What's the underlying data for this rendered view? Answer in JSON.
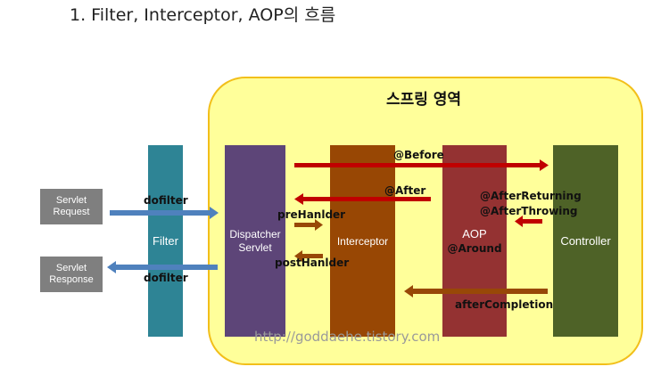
{
  "title": "1. Filter, Interceptor, AOP의 흐름",
  "spring_area_title": "스프링 영역",
  "boxes": {
    "servlet_request": [
      "Servlet",
      "Request"
    ],
    "servlet_response": [
      "Servlet",
      "Response"
    ]
  },
  "columns": {
    "filter": "Filter",
    "dispatcher": [
      "Dispatcher",
      "Servlet"
    ],
    "interceptor": "Interceptor",
    "aop": [
      "AOP",
      "@Around"
    ],
    "controller": "Controller"
  },
  "labels": {
    "dofilter_in": "dofilter",
    "dofilter_out": "dofilter",
    "before": "@Before",
    "after": "@After",
    "after_returning": "@AfterReturning",
    "after_throwing": "@AfterThrowing",
    "prehandler": "preHanlder",
    "posthandler": "postHanlder",
    "after_completion": "afterCompletion"
  },
  "watermark": "http://goddaehe.tistory.com",
  "colors": {
    "spring_area_fill": "#ffff9a",
    "spring_area_border": "#f2bf1a",
    "filter": "#2e8495",
    "dispatcher": "#5d4578",
    "interceptor": "#984704",
    "aop": "#943232",
    "controller": "#4e6227",
    "external_box": "#7f7f7f",
    "request_arrow": "#4f81bd",
    "aop_arrow": "#c00000",
    "interceptor_arrow": "#984807"
  }
}
